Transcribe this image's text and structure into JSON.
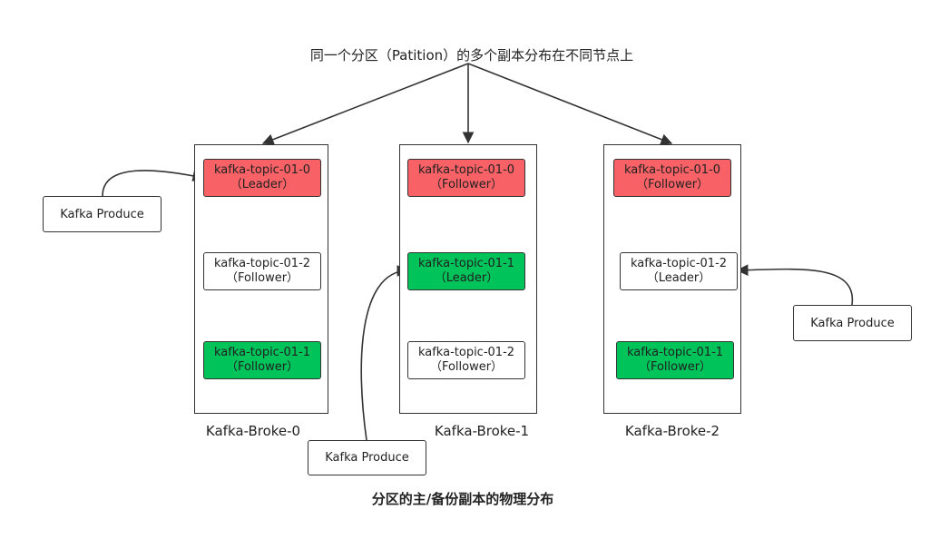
{
  "top_caption": "同一个分区（Patition）的多个副本分布在不同节点上",
  "bottom_caption": "分区的主/备份副本的物理分布",
  "producer_label": "Kafka Produce",
  "brokers": [
    {
      "label": "Kafka-Broke-0",
      "partitions": [
        {
          "name": "kafka-topic-01-0",
          "role": "（Leader）",
          "color": "#f86266"
        },
        {
          "name": "kafka-topic-01-2",
          "role": "（Follower）",
          "color": "#ffffff"
        },
        {
          "name": "kafka-topic-01-1",
          "role": "（Follower）",
          "color": "#00c35a"
        }
      ]
    },
    {
      "label": "Kafka-Broke-1",
      "partitions": [
        {
          "name": "kafka-topic-01-0",
          "role": "（Follower）",
          "color": "#f86266"
        },
        {
          "name": "kafka-topic-01-1",
          "role": "（Leader）",
          "color": "#00c35a"
        },
        {
          "name": "kafka-topic-01-2",
          "role": "（Follower）",
          "color": "#ffffff"
        }
      ]
    },
    {
      "label": "Kafka-Broke-2",
      "partitions": [
        {
          "name": "kafka-topic-01-0",
          "role": "（Follower）",
          "color": "#f86266"
        },
        {
          "name": "kafka-topic-01-2",
          "role": "（Leader）",
          "color": "#ffffff"
        },
        {
          "name": "kafka-topic-01-1",
          "role": "（Follower）",
          "color": "#00c35a"
        }
      ]
    }
  ],
  "colors": {
    "leader_red": "#f86266",
    "green": "#00c35a",
    "line": "#333333"
  }
}
